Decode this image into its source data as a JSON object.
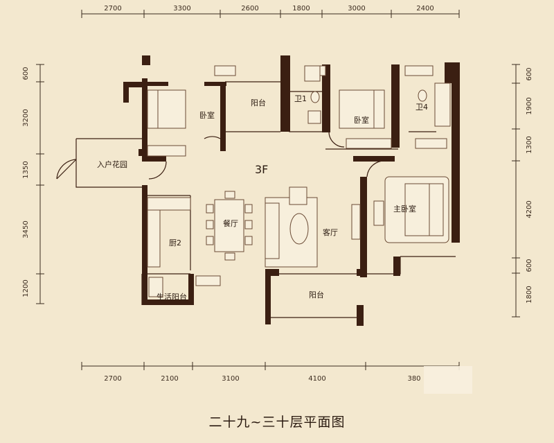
{
  "title": "二十九~三十层平面图",
  "floor_label": "3F",
  "top_dims": [
    "2700",
    "3300",
    "2600",
    "1800",
    "3000",
    "2400"
  ],
  "bottom_dims": [
    "2700",
    "2100",
    "3100",
    "4100",
    "380"
  ],
  "left_dims": [
    "600",
    "3200",
    "1350",
    "3450",
    "1200"
  ],
  "right_dims": [
    "600",
    "1900",
    "1300",
    "4200",
    "600",
    "1800"
  ],
  "rooms": {
    "bedroom_left": "卧室",
    "balcony_top": "阳台",
    "bath1": "卫1",
    "bedroom_mid": "卧室",
    "bath4": "卫4",
    "entry_garden": "入户花园",
    "master_bedroom": "主卧室",
    "dining": "餐厅",
    "kitchen": "厨2",
    "living": "客厅",
    "balcony_bottom": "阳台",
    "utility_balcony": "生活阳台"
  },
  "colors": {
    "background": "#f3e8cf",
    "wall": "#3b1f12",
    "text": "#2a1a10"
  }
}
